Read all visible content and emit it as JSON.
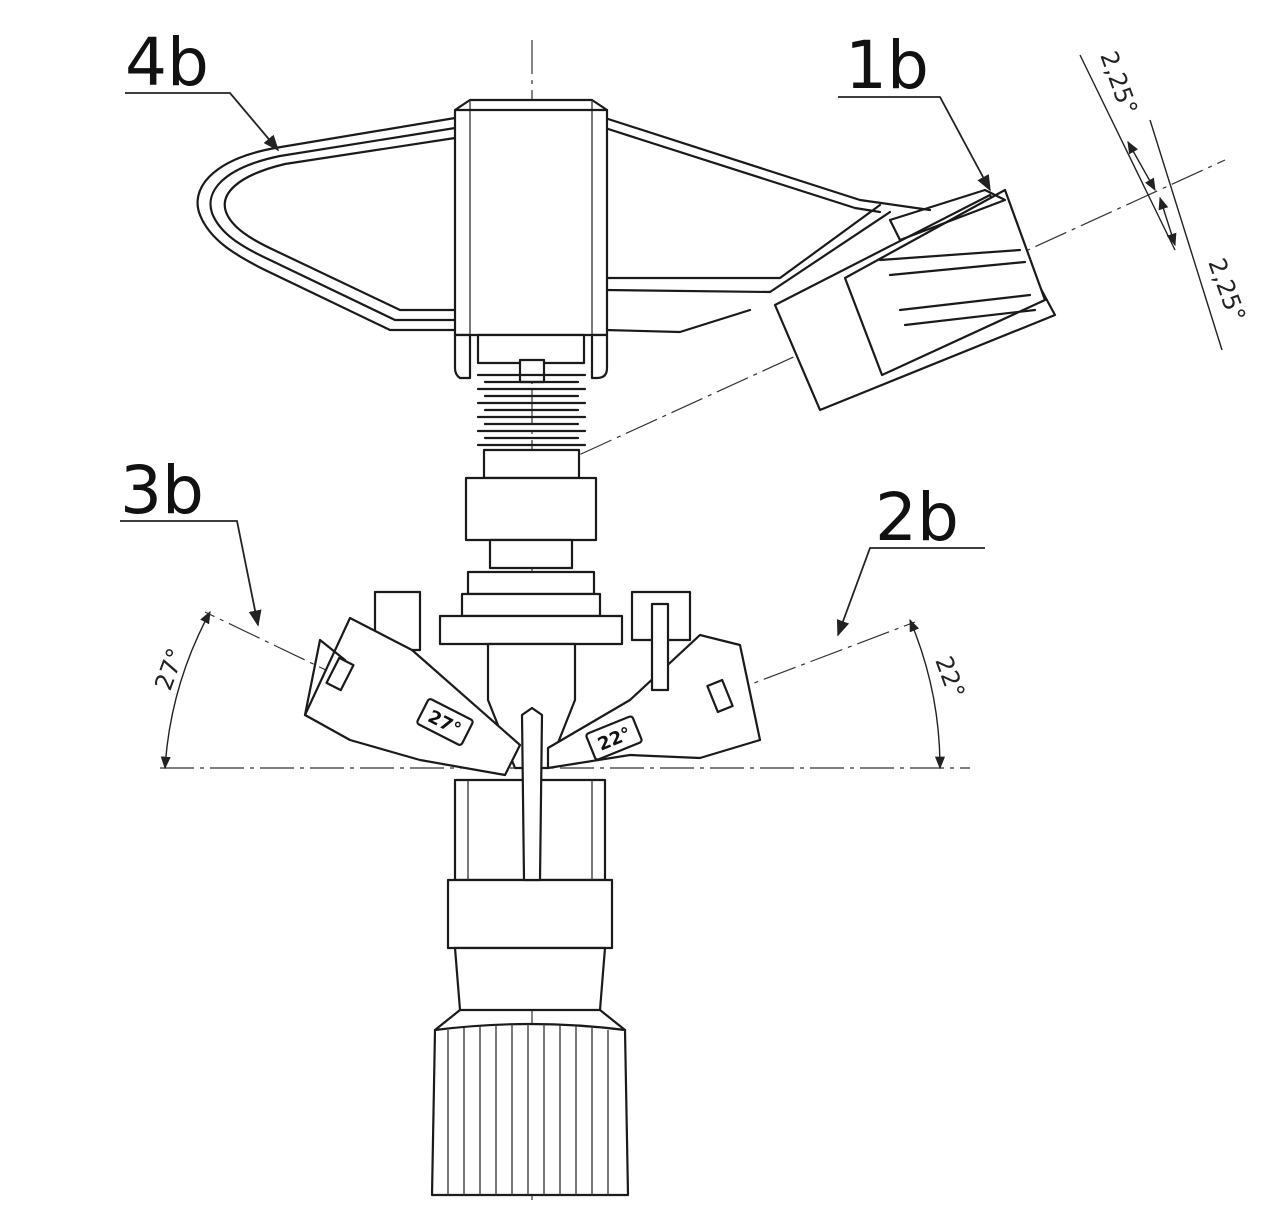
{
  "callouts": {
    "c1": "1b",
    "c2": "2b",
    "c3": "3b",
    "c4": "4b"
  },
  "dimensions": {
    "upper_angle": "2,25°",
    "lower_angle": "2,25°",
    "left_angle": "27°",
    "right_angle": "22°"
  },
  "nozzle_labels": {
    "left": "27°",
    "right": "22°"
  },
  "colors": {
    "line": "#1a1a1a",
    "background": "#ffffff"
  }
}
